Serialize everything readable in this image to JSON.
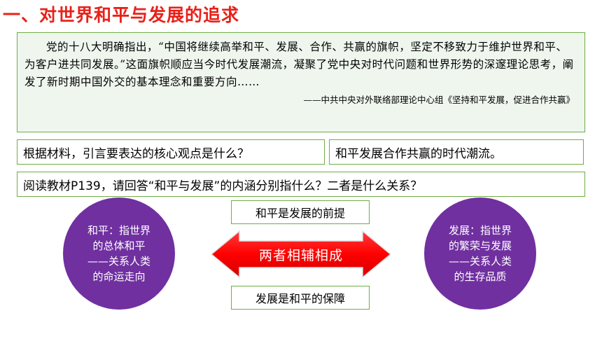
{
  "title": "一、对世界和平与发展的追求",
  "quote": {
    "text": "党的十八大明确指出，“中国将继续高举和平、发展、合作、共赢的旗帜，坚定不移致力于维护世界和平、为客户进共同发展。”这面旗帜顺应当今时代发展潮流，凝聚了党中央对时代问题和世界形势的深邃理论思考，阐发了新时期中国外交的基本理念和重要方向……",
    "source": "——中共中央对外联络部理论中心组《坚持和平发展，促进合作共赢》"
  },
  "question1": "根据材料，引言要表达的核心观点是什么？",
  "answer1": "和平发展合作共赢的时代潮流。",
  "question2": "阅读教材P139，请回答“和平与发展”的内涵分别指什么？二者是什么关系？",
  "diagram": {
    "left_circle": "和平：指世界的总体和平——关系人类的命运走向",
    "right_circle": "发展：指世界的繁荣与发展——关系人类的生存品质",
    "premise": "和平是发展的前提",
    "center": "两者相辅相成",
    "guarantee": "发展是和平的保障"
  },
  "colors": {
    "title": "#e8211a",
    "border": "#70ad47",
    "quote_bg": "#eef6ee",
    "circle": "#7030a0",
    "arrow": "#ff0000"
  }
}
